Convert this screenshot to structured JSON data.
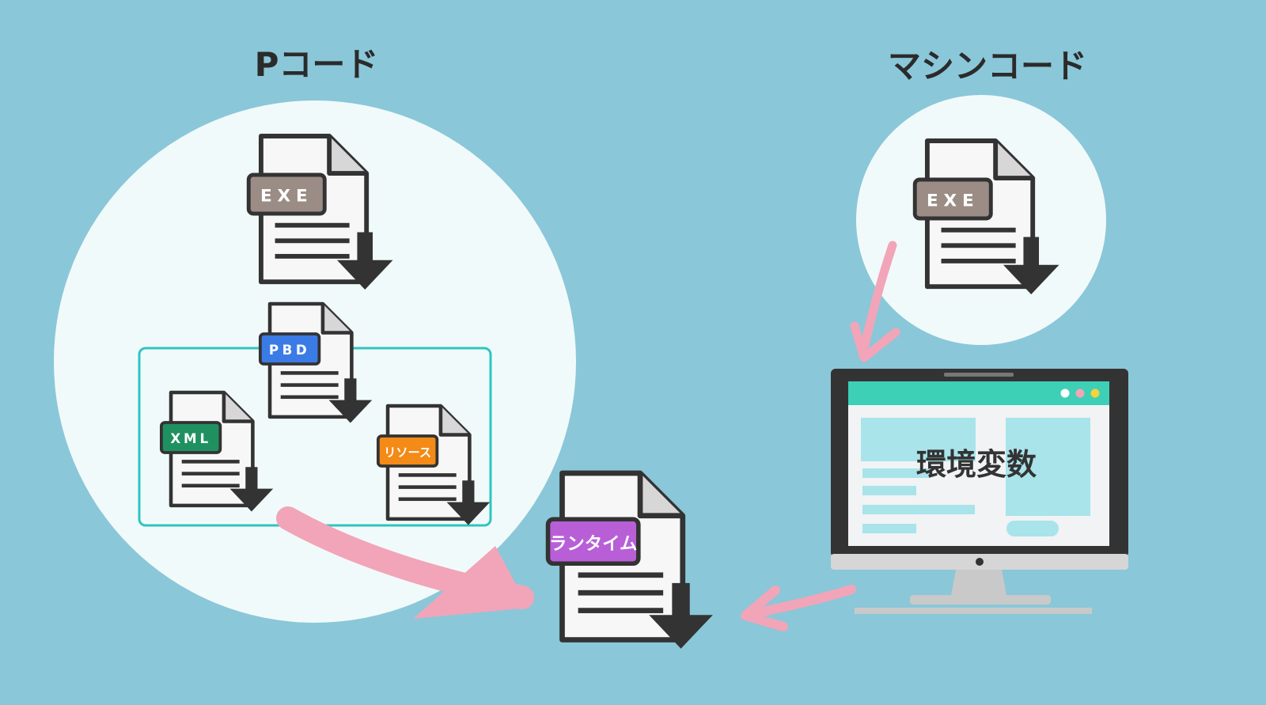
{
  "headings": {
    "pcode": "Pコード",
    "machine_code": "マシンコード"
  },
  "files": {
    "exe_left": {
      "tag": "EXE"
    },
    "pbd": {
      "tag": "PBD"
    },
    "xml": {
      "tag": "XML"
    },
    "resource": {
      "tag": "リソース"
    },
    "runtime": {
      "tag": "ランタイム"
    },
    "exe_right": {
      "tag": "EXE"
    }
  },
  "monitor": {
    "label": "環境変数"
  },
  "colors": {
    "background": "#8ac7d9",
    "circle_fill": "#f1fafa",
    "group_border": "#2ec5c0",
    "arrow": "#f2a5b8",
    "exe_tag": "#9b8d86",
    "pbd_tag": "#3b7be6",
    "xml_tag": "#1f9160",
    "resource_tag": "#f48a17",
    "runtime_tag": "#b85fd8",
    "screen_header": "#3ecfb7",
    "screen_panel": "#a8e4ea"
  },
  "icons": {
    "file": "document-download-icon",
    "monitor": "desktop-monitor-icon"
  }
}
